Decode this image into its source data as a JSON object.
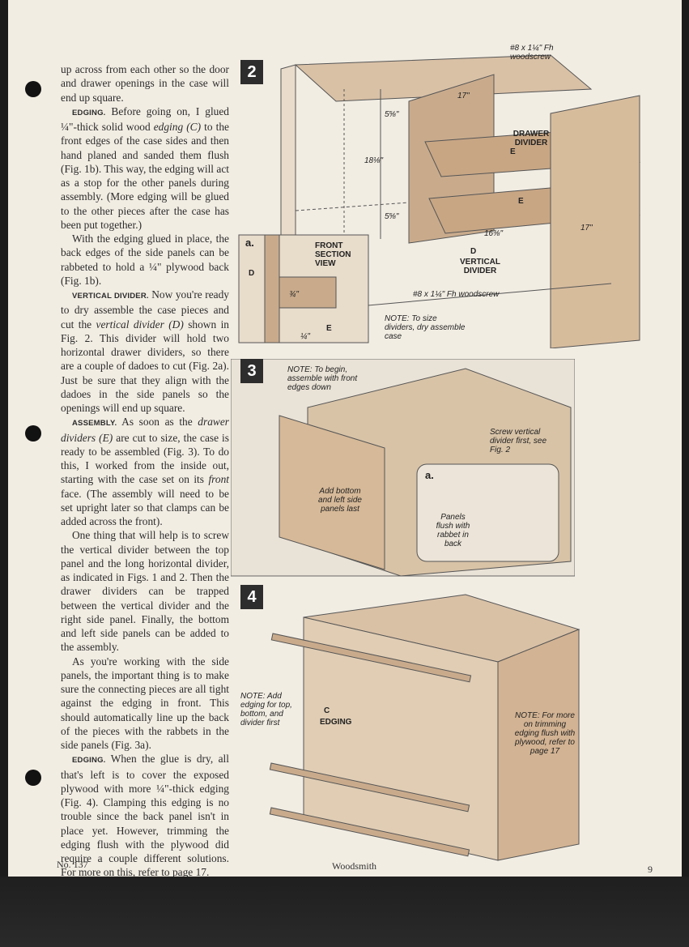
{
  "body": {
    "p1": "up across from each other so the door and drawer openings in the case will end up square.",
    "p2_head": "EDGING.",
    "p2_a": " Before going on, I glued ",
    "p2_b": "¼\"-thick solid wood ",
    "p2_c": "edging (C)",
    "p2_d": " to the front edges of the case sides and then hand planed and sanded them flush (Fig. 1b). This way, the edging will act as a stop for the other panels during assembly. (More edging will be glued to the other pieces after the case has been put together.)",
    "p3": "With the edging glued in place, the back edges of the side panels can be rabbeted to hold a ¼\" plywood back (Fig. 1b).",
    "p4_head": "VERTICAL DIVIDER.",
    "p4_a": " Now you're ready to dry assemble the case pieces and cut the ",
    "p4_b": "vertical divider (D)",
    "p4_c": " shown in Fig. 2. This divider will hold two horizontal drawer dividers, so there are a couple of dadoes to cut (Fig. 2a). Just be sure that they align with the dadoes in the side panels so the openings will end up square.",
    "p5_head": "ASSEMBLY.",
    "p5_a": " As soon as the ",
    "p5_b": "drawer dividers (E)",
    "p5_c": " are cut to size, the case is ready to be assembled (Fig. 3). To do this, I worked from the inside out, starting with the case set on its ",
    "p5_d": "front",
    "p5_e": " face. (The assembly will need to be set upright later so that clamps can be added across the front).",
    "p6": "One thing that will help is to screw the vertical divider between the top panel and the long horizontal divider, as indicated in Figs. 1 and 2. Then the drawer dividers can be trapped between the vertical divider and the right side panel. Finally, the bottom and left side panels can be added to the assembly.",
    "p7": "As you're working with the side panels, the important thing is to make sure the connecting pieces are all tight against the edging in front. This should automatically line up the back of the pieces with the rabbets in the side panels (Fig. 3a).",
    "p8_head": "EDGING.",
    "p8_a": " When the glue is dry, all that's left is to cover the exposed plywood with more ¼\"-thick edging (Fig. 4). Clamping this edging is no trouble since the back panel isn't in place yet. However, trimming the edging flush with the plywood did require a couple different solutions. For more on this, refer to page 17."
  },
  "footer": {
    "issue": "No. 137",
    "magazine": "Woodsmith",
    "page": "9"
  },
  "fig2": {
    "badge": "2",
    "screw_top": "#8 x 1¼\" Fh woodscrew",
    "dim_17a": "17\"",
    "dim_5_5_8a": "5⅝\"",
    "dim_18_1_8": "18⅛\"",
    "dim_5_5_8b": "5⅝\"",
    "dim_16_3_8": "16⅜\"",
    "dim_17b": "17\"",
    "drawer_divider": "DRAWER DIVIDER",
    "e1": "E",
    "e2": "E",
    "d": "D",
    "vertical_divider": "VERTICAL DIVIDER",
    "screw_bottom": "#8 x 1¼\" Fh woodscrew",
    "note": "NOTE: To size dividers, dry assemble case",
    "inset": {
      "letter": "a.",
      "title": "FRONT SECTION VIEW",
      "d": "D",
      "e": "E",
      "dim_3_4": "¾\"",
      "dim_1_4": "¼\""
    }
  },
  "fig3": {
    "badge": "3",
    "note": "NOTE: To begin, assemble with front edges down",
    "screw_note": "Screw vertical divider first, see Fig. 2",
    "add_bottom": "Add bottom and left side panels last",
    "inset": {
      "letter": "a.",
      "text": "Panels flush with rabbet in back"
    }
  },
  "fig4": {
    "badge": "4",
    "note_left": "NOTE: Add edging for top, bottom, and divider first",
    "c": "C",
    "edging": "EDGING",
    "note_right": "NOTE: For more on trimming edging flush with plywood, refer to page 17"
  }
}
